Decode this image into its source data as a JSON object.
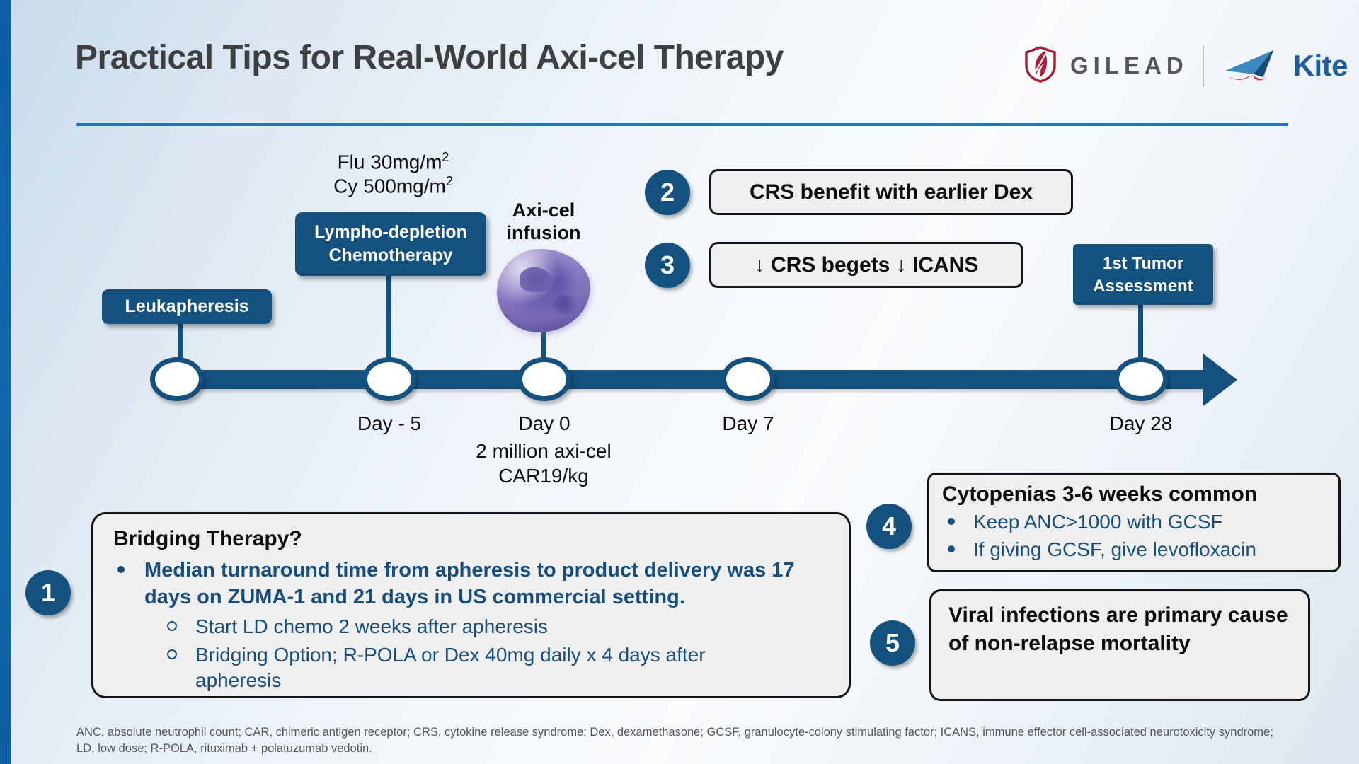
{
  "title": "Practical Tips for Real-World Axi-cel Therapy",
  "logos": {
    "gilead_text": "GILEAD",
    "kite_text": "Kite"
  },
  "timeline": {
    "labels": {
      "leukapheresis": "Leukapheresis",
      "chemo_line1": "Lympho-depletion",
      "chemo_line2": "Chemotherapy",
      "flu": "Flu 30mg/m",
      "cy": "Cy 500mg/m",
      "dose_sup": "2",
      "axicel_line1": "Axi-cel",
      "axicel_line2": "infusion",
      "tumor_line1": "1st Tumor",
      "tumor_line2": "Assessment",
      "day_minus5": "Day - 5",
      "day0": "Day 0",
      "day7": "Day 7",
      "day28": "Day 28",
      "day0_sub_line1": "2 million axi-cel",
      "day0_sub_line2": "CAR19/kg"
    }
  },
  "callouts": {
    "c1": {
      "number": "1",
      "title": "Bridging Therapy?",
      "bullet": "Median turnaround time from apheresis to product delivery was 17 days on ZUMA-1 and  21 days in US commercial setting.",
      "sub1": "Start LD chemo 2 weeks after apheresis",
      "sub2": "Bridging Option; R-POLA or Dex 40mg daily x 4 days after apheresis"
    },
    "c2": {
      "number": "2",
      "text": "CRS benefit with earlier Dex"
    },
    "c3": {
      "number": "3",
      "text": "↓ CRS begets ↓ ICANS"
    },
    "c4": {
      "number": "4",
      "title": "Cytopenias 3-6 weeks common",
      "bullet1": "Keep ANC>1000 with GCSF",
      "bullet2": "If giving GCSF, give levofloxacin"
    },
    "c5": {
      "number": "5",
      "text": "Viral infections are primary cause of non-relapse mortality"
    }
  },
  "footnote": {
    "line1": "ANC, absolute neutrophil count; CAR, chimeric antigen receptor; CRS, cytokine release syndrome; Dex, dexamethasone; GCSF, granulocyte-colony stimulating factor; ICANS, immune effector cell-associated neurotoxicity syndrome;",
    "line2": "LD, low dose; R-POLA, rituximab + polatuzumab vedotin."
  },
  "colors": {
    "dark_blue": "#15517e",
    "strip_blue": "#1168ad",
    "bullet_blue": "#174e7b",
    "underline_blue": "#2b74b2",
    "box_gray": "#efefef",
    "gilead_red": "#ab2038",
    "kite_blue": "#1c5d9f"
  }
}
